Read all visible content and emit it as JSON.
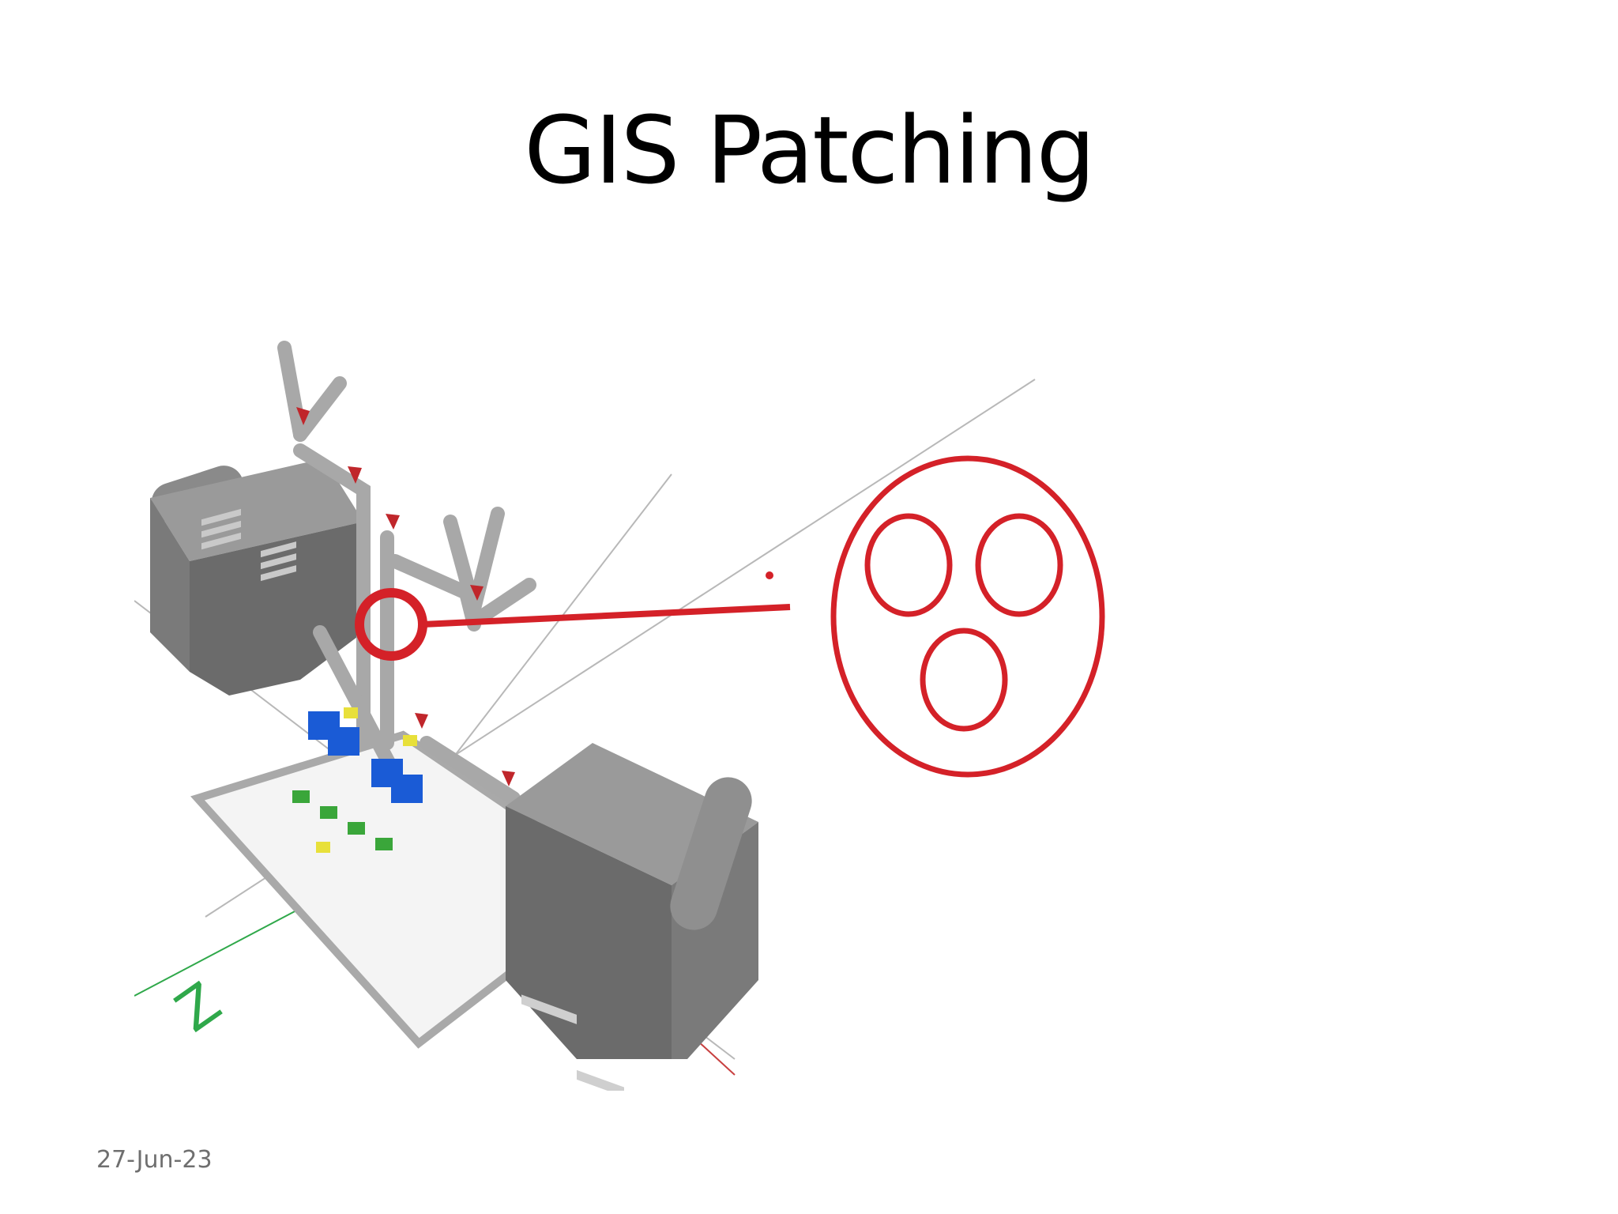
{
  "slide": {
    "title": "GIS Patching",
    "date": "27-Jun-23"
  },
  "figure": {
    "axis_label": "Z",
    "colors": {
      "equipment_gray": "#6b6b6b",
      "pipe_gray": "#a8a8a8",
      "highlight_red": "#d42128",
      "accent_blue": "#1a5bd6",
      "accent_green": "#3aa63a",
      "accent_yellow": "#e8e03a",
      "axis_green": "#2fa84a"
    },
    "icons": [
      "magnifier-circle-icon",
      "three-hole-bushing-icon"
    ]
  }
}
